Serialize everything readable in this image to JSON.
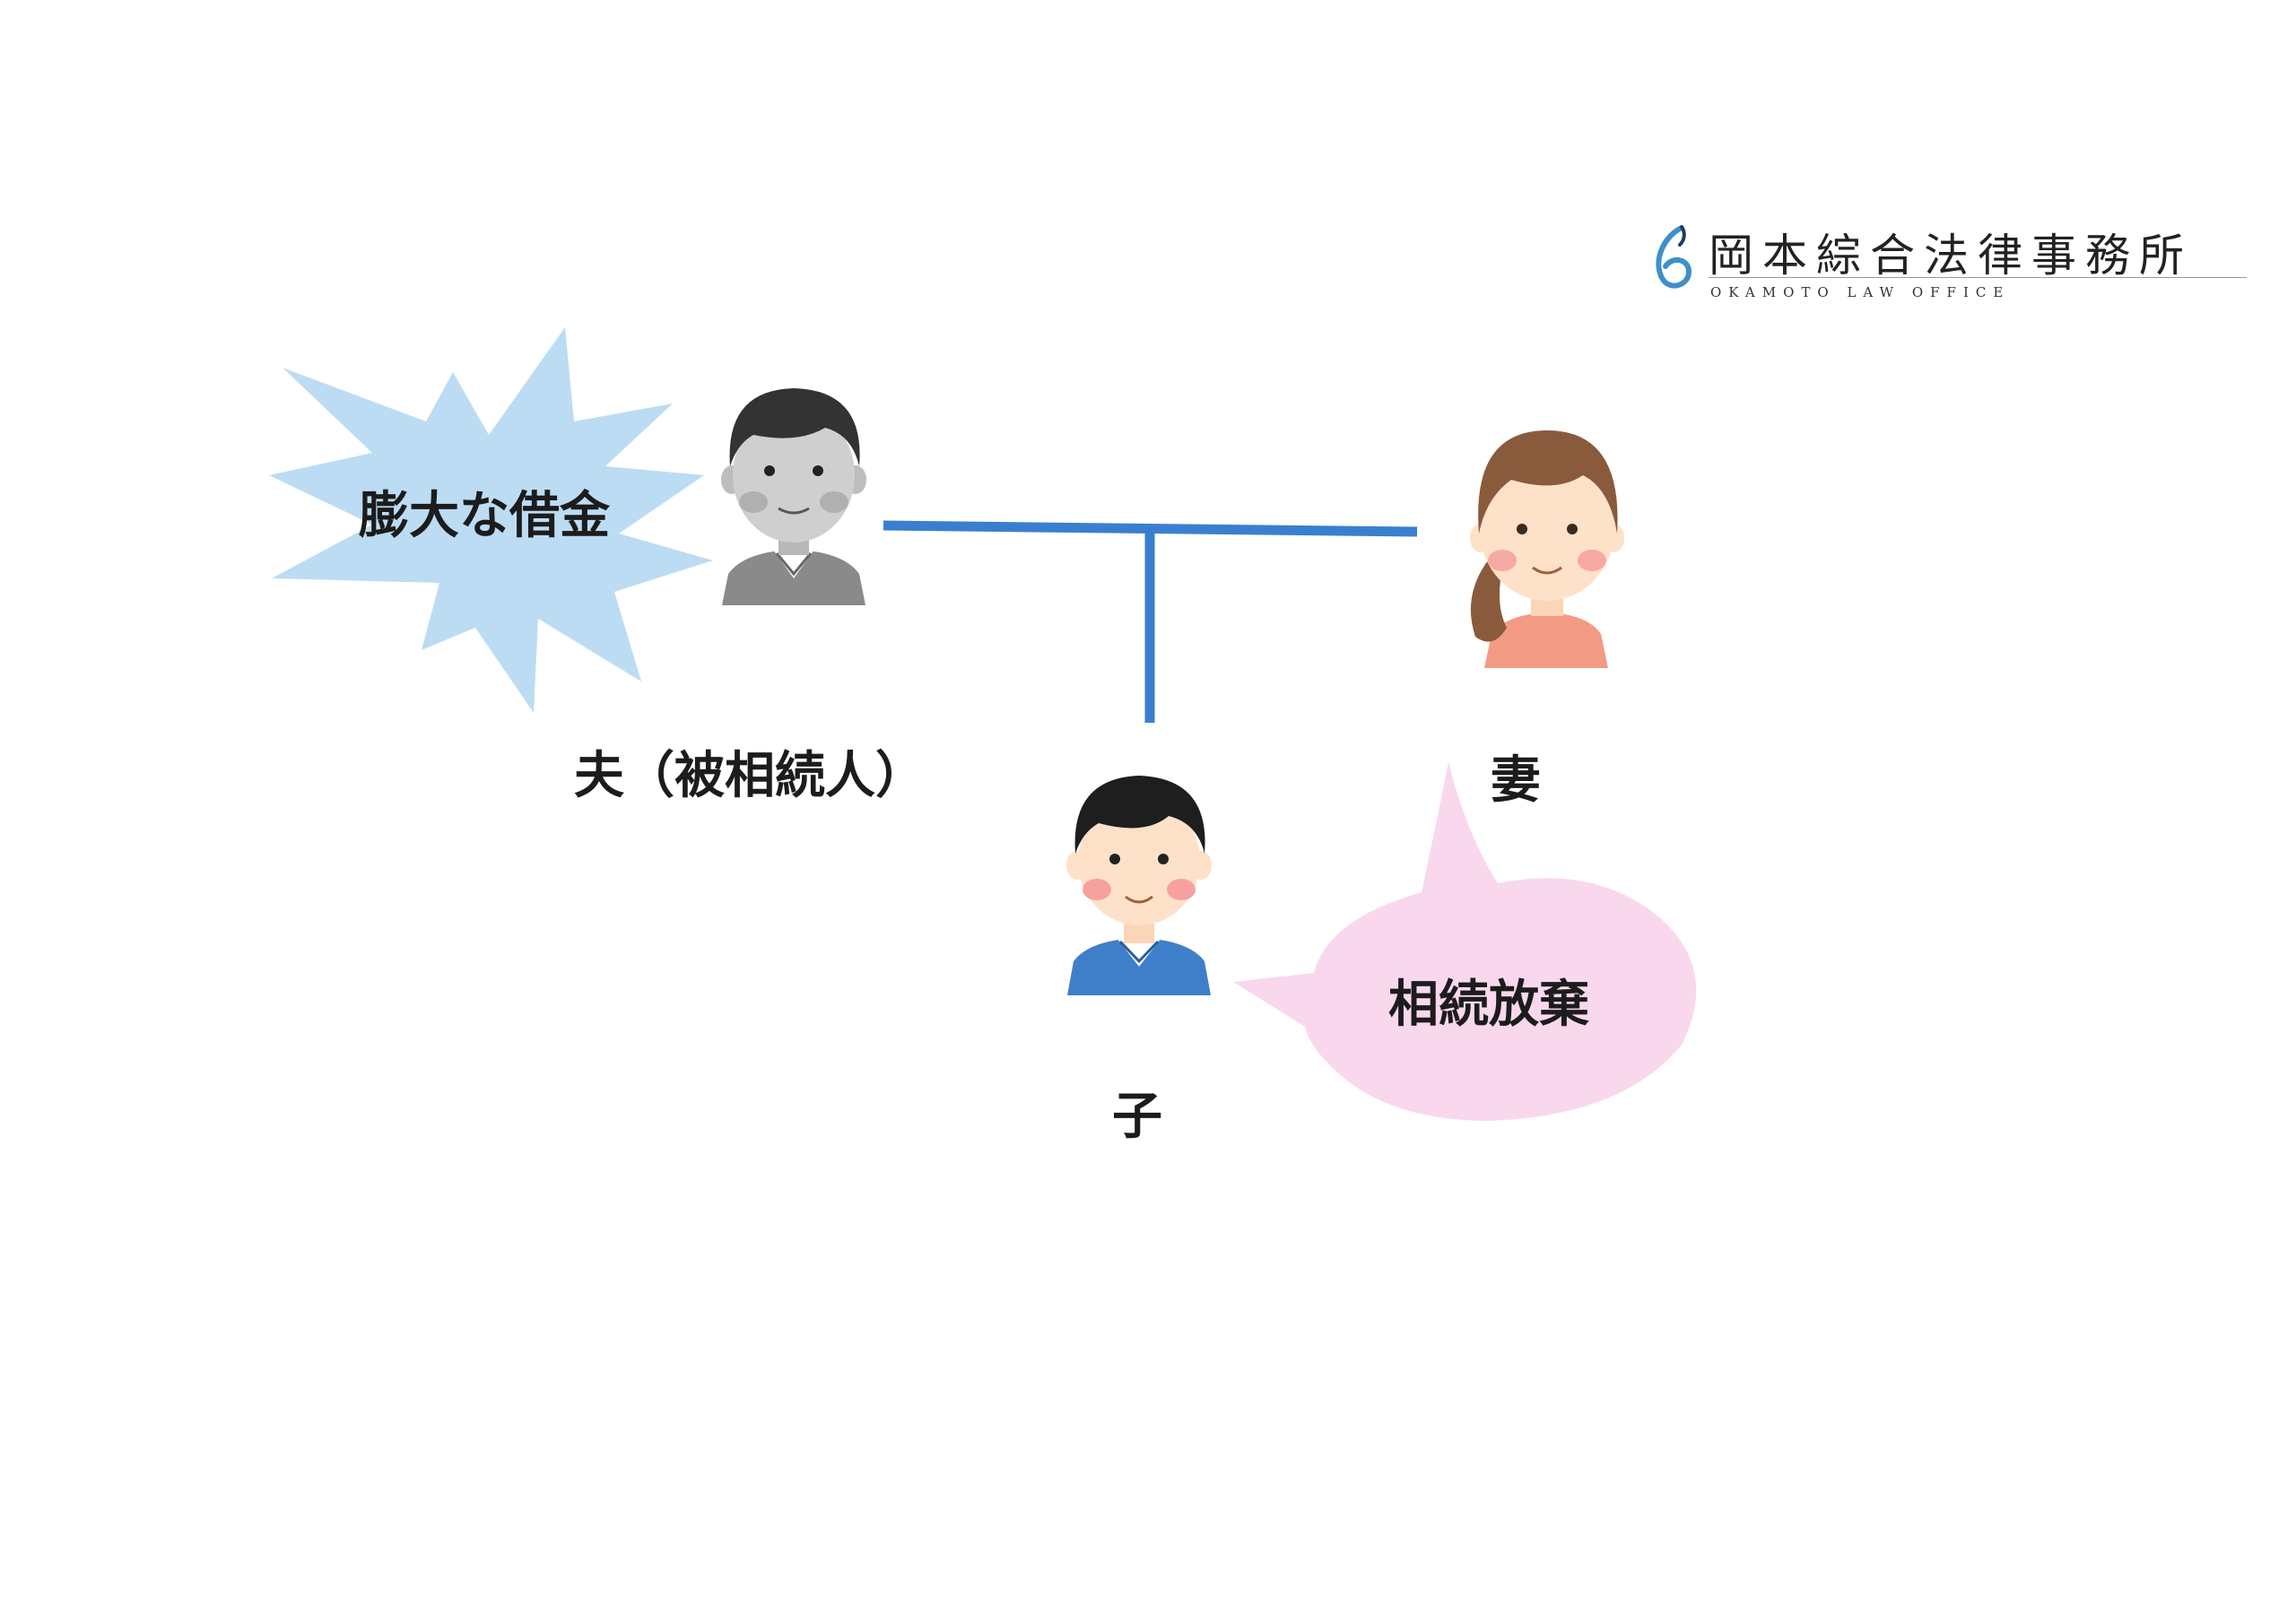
{
  "logo": {
    "name_jp": "岡本綜合法律事務所",
    "name_en": "OKAMOTO LAW OFFICE"
  },
  "nodes": {
    "husband": {
      "label": "夫（被相続人）",
      "icon": "elderly-man-icon"
    },
    "wife": {
      "label": "妻",
      "icon": "woman-icon"
    },
    "child": {
      "label": "子",
      "icon": "young-man-icon"
    }
  },
  "callouts": {
    "debt": {
      "text": "膨大な借金",
      "color": "#bcdcf4"
    },
    "renounce": {
      "text": "相続放棄",
      "color": "#f9d8ee"
    }
  },
  "colors": {
    "connector": "#3a7fcf"
  }
}
